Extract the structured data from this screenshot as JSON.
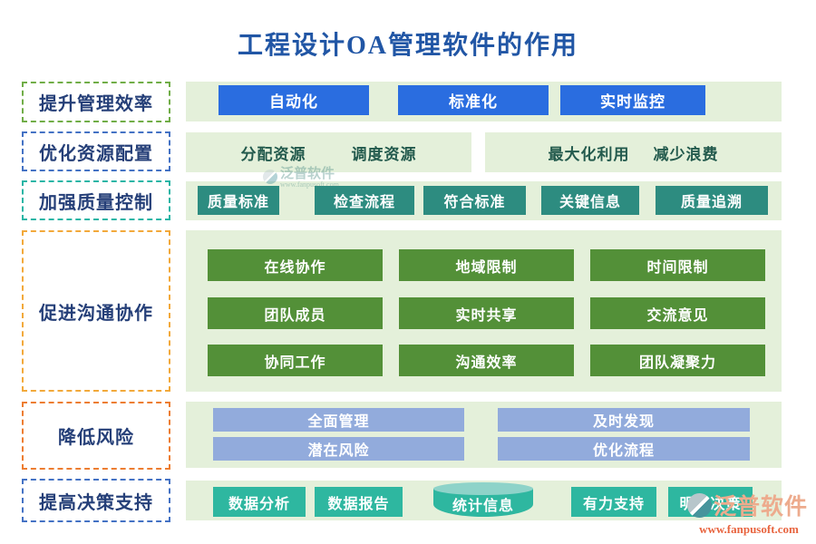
{
  "title": "工程设计OA管理软件的作用",
  "watermark": {
    "brand": "泛普软件",
    "url": "www.fanpusoft.com"
  },
  "sections": [
    {
      "label": "提升管理效率",
      "items": [
        "自动化",
        "标准化",
        "实时监控"
      ]
    },
    {
      "label": "优化资源配置",
      "group_left": [
        "分配资源",
        "调度资源"
      ],
      "group_right": [
        "最大化利用",
        "减少浪费"
      ]
    },
    {
      "label": "加强质量控制",
      "items": [
        "质量标准",
        "检查流程",
        "符合标准",
        "关键信息",
        "质量追溯"
      ]
    },
    {
      "label": "促进沟通协作",
      "items": [
        "在线协作",
        "地域限制",
        "时间限制",
        "团队成员",
        "实时共享",
        "交流意见",
        "协同工作",
        "沟通效率",
        "团队凝聚力"
      ]
    },
    {
      "label": "降低风险",
      "items": [
        "全面管理",
        "及时发现",
        "潜在风险",
        "优化流程"
      ]
    },
    {
      "label": "提高决策支持",
      "items": [
        "数据分析",
        "数据报告",
        "统计信息",
        "有力支持",
        "明智决策"
      ]
    }
  ],
  "logo": {
    "brand": "泛普软件",
    "url": "www.fanpusoft.com"
  },
  "colors": {
    "title_text": "#2156a5",
    "label_text": "#253f78",
    "band_bg": "#e4f0da",
    "blue_button": "#2a6de0",
    "teal_button": "#2d8c80",
    "green_button": "#539038",
    "periwinkle_button": "#92abdc",
    "bright_teal_button": "#2eb7a0",
    "cylinder_top": "#8ed3c9",
    "resource_text": "#235a4d",
    "border_green": "#70ad47",
    "border_blue": "#4472c4",
    "border_teal": "#2ab5a5",
    "border_amber": "#f2a93b",
    "border_orange": "#ed7d31",
    "logo_brand_text": "#edab8d",
    "logo_url_text": "#e8643f"
  }
}
